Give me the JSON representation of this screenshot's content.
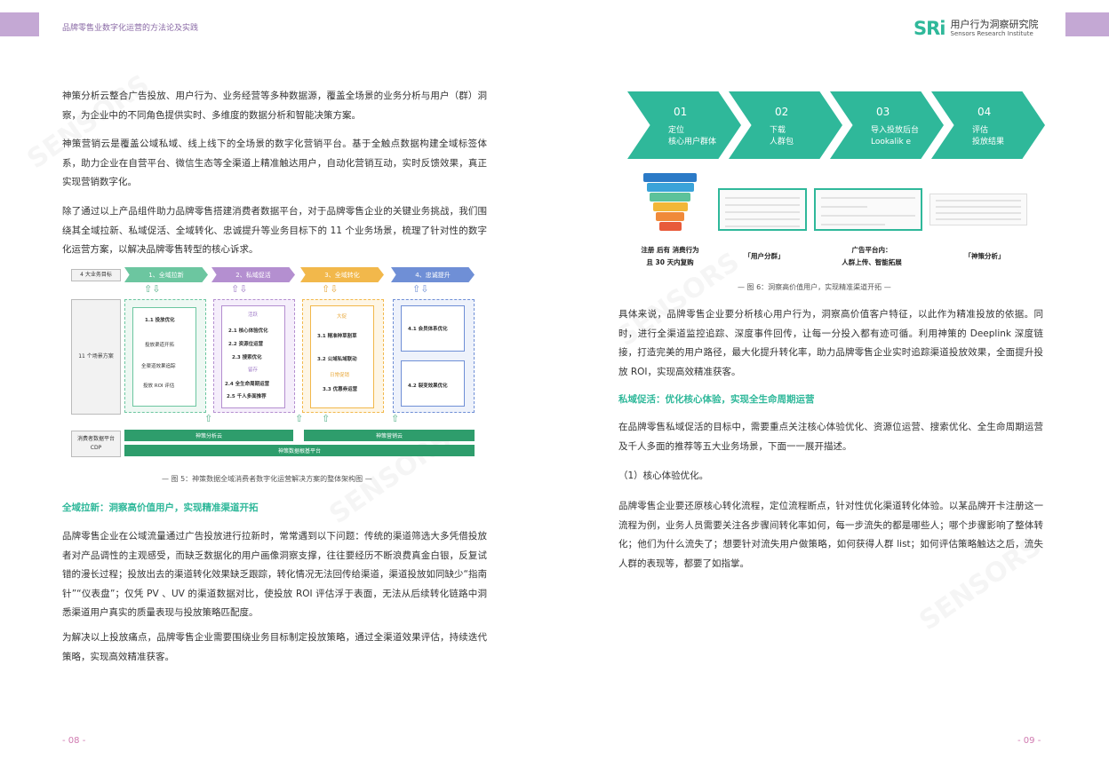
{
  "header": {
    "left_title": "品牌零售业数字化运营的方法论及实践",
    "logo_mark": "SRi",
    "logo_cn": "用户行为洞察研究院",
    "logo_en": "Sensors Research Institute"
  },
  "left": {
    "p1": "神策分析云整合广告投放、用户行为、业务经营等多种数据源，覆盖全场景的业务分析与用户（群）洞察，为企业中的不同角色提供实时、多维度的数据分析和智能决策方案。",
    "p2": "神策营销云是覆盖公域私域、线上线下的全场景的数字化营销平台。基于全触点数据构建全域标签体系，助力企业在自营平台、微信生态等全渠道上精准触达用户，自动化营销互动，实时反馈效果，真正实现营销数字化。",
    "p3": "除了通过以上产品组件助力品牌零售搭建消费者数据平台，对于品牌零售企业的关键业务挑战，我们围绕其全域拉新、私域促活、全域转化、忠诚提升等业务目标下的 11 个业务场景，梳理了针对性的数字化运营方案，以解决品牌零售转型的核心诉求。",
    "fig5_caption": "— 图 5：神策数据全域消费者数字化运营解决方案的整体架构图 —",
    "sub1": "全域拉新：洞察高价值用户，实现精准渠道开拓",
    "p4": "品牌零售企业在公域流量通过广告投放进行拉新时，常常遇到以下问题：传统的渠道筛选大多凭借投放者对产品调性的主观感受，而缺乏数据化的用户画像洞察支撑，往往要经历不断浪费真金白银，反复试错的漫长过程；投放出去的渠道转化效果缺乏跟踪，转化情况无法回传给渠道，渠道投放如同缺少“指南针”“仪表盘”；仅凭 PV 、UV 的渠道数据对比，使投放 ROI 评估浮于表面，无法从后续转化链路中洞悉渠道用户真实的质量表现与投放策略匹配度。",
    "p5": "为解决以上投放痛点，品牌零售企业需要围绕业务目标制定投放策略，通过全渠道效果评估，持续迭代策略，实现高效精准获客。",
    "page_no": "- 08 -"
  },
  "fig5": {
    "row_goal": "4 大业务目标",
    "row_scene": "11 个场景方案",
    "row_cdp1": "消费者数据平台",
    "row_cdp2": "CDP",
    "banners": [
      "1、全域拉新",
      "2、私域促活",
      "3、全域转化",
      "4、忠诚提升"
    ],
    "col1": [
      "1.1 投放优化",
      "投放渠道开拓",
      "全渠道效果追踪",
      "投放 ROI 评估"
    ],
    "col2": [
      "活跃",
      "2.1 核心体验优化",
      "2.2 资源位运营",
      "2.3 搜索优化",
      "留存",
      "2.4 全生命周期运营",
      "2.5 千人多面推荐"
    ],
    "col3": [
      "大促",
      "3.1 精准种草割草",
      "3.2 公域私域联动",
      "日常促销",
      "3.3 优惠券运营"
    ],
    "col4": [
      "4.1 会员体系优化",
      "4.2 裂变效果优化"
    ],
    "bar1": "神策分析云",
    "bar2": "神策营销云",
    "bar3": "神策数据根基平台"
  },
  "fig6": {
    "steps": [
      {
        "num": "01",
        "text": "定位\n核心用户群体"
      },
      {
        "num": "02",
        "text": "下载\n人群包"
      },
      {
        "num": "03",
        "text": "导入投放后台\nLookalik e"
      },
      {
        "num": "04",
        "text": "评估\n投放结果"
      }
    ],
    "labels": [
      "注册 后有 消费行为\n且 30 天内复购",
      "「用户分群」",
      "广告平台内：\n人群上传、智能拓展",
      "「神策分析」"
    ],
    "caption": "— 图 6：洞察高价值用户，实现精准渠道开拓 —",
    "funnel_colors": [
      "#2b7ac7",
      "#3aa3d9",
      "#5cc29a",
      "#f2b738",
      "#f08a3a",
      "#e85a3a"
    ]
  },
  "right": {
    "p1": "具体来说，品牌零售企业要分析核心用户行为，洞察高价值客户特征，以此作为精准投放的依据。同时，进行全渠道监控追踪、深度事件回传，让每一分投入都有迹可循。利用神策的 Deeplink 深度链接，打造完美的用户路径，最大化提升转化率，助力品牌零售企业实时追踪渠道投放效果，全面提升投放 ROI，实现高效精准获客。",
    "sub1": "私域促活：优化核心体验，实现全生命周期运营",
    "p2": "在品牌零售私域促活的目标中，需要重点关注核心体验优化、资源位运营、搜索优化、全生命周期运营及千人多面的推荐等五大业务场景，下面一一展开描述。",
    "p3": "（1）核心体验优化。",
    "p4": "品牌零售企业要还原核心转化流程，定位流程断点，针对性优化渠道转化体验。以某品牌开卡注册这一流程为例，业务人员需要关注各步骤间转化率如何，每一步流失的都是哪些人；哪个步骤影响了整体转化；他们为什么流失了；想要针对流失用户做策略，如何获得人群 list；如何评估策略触达之后，流失人群的表现等，都要了如指掌。",
    "page_no": "- 09 -"
  },
  "colors": {
    "accent": "#2fb89a",
    "purple": "#c4a8d4",
    "banner_green": "#6cc6a0",
    "banner_purple": "#b48fd0",
    "banner_orange": "#f2b84b",
    "banner_blue": "#6f8fd6"
  }
}
